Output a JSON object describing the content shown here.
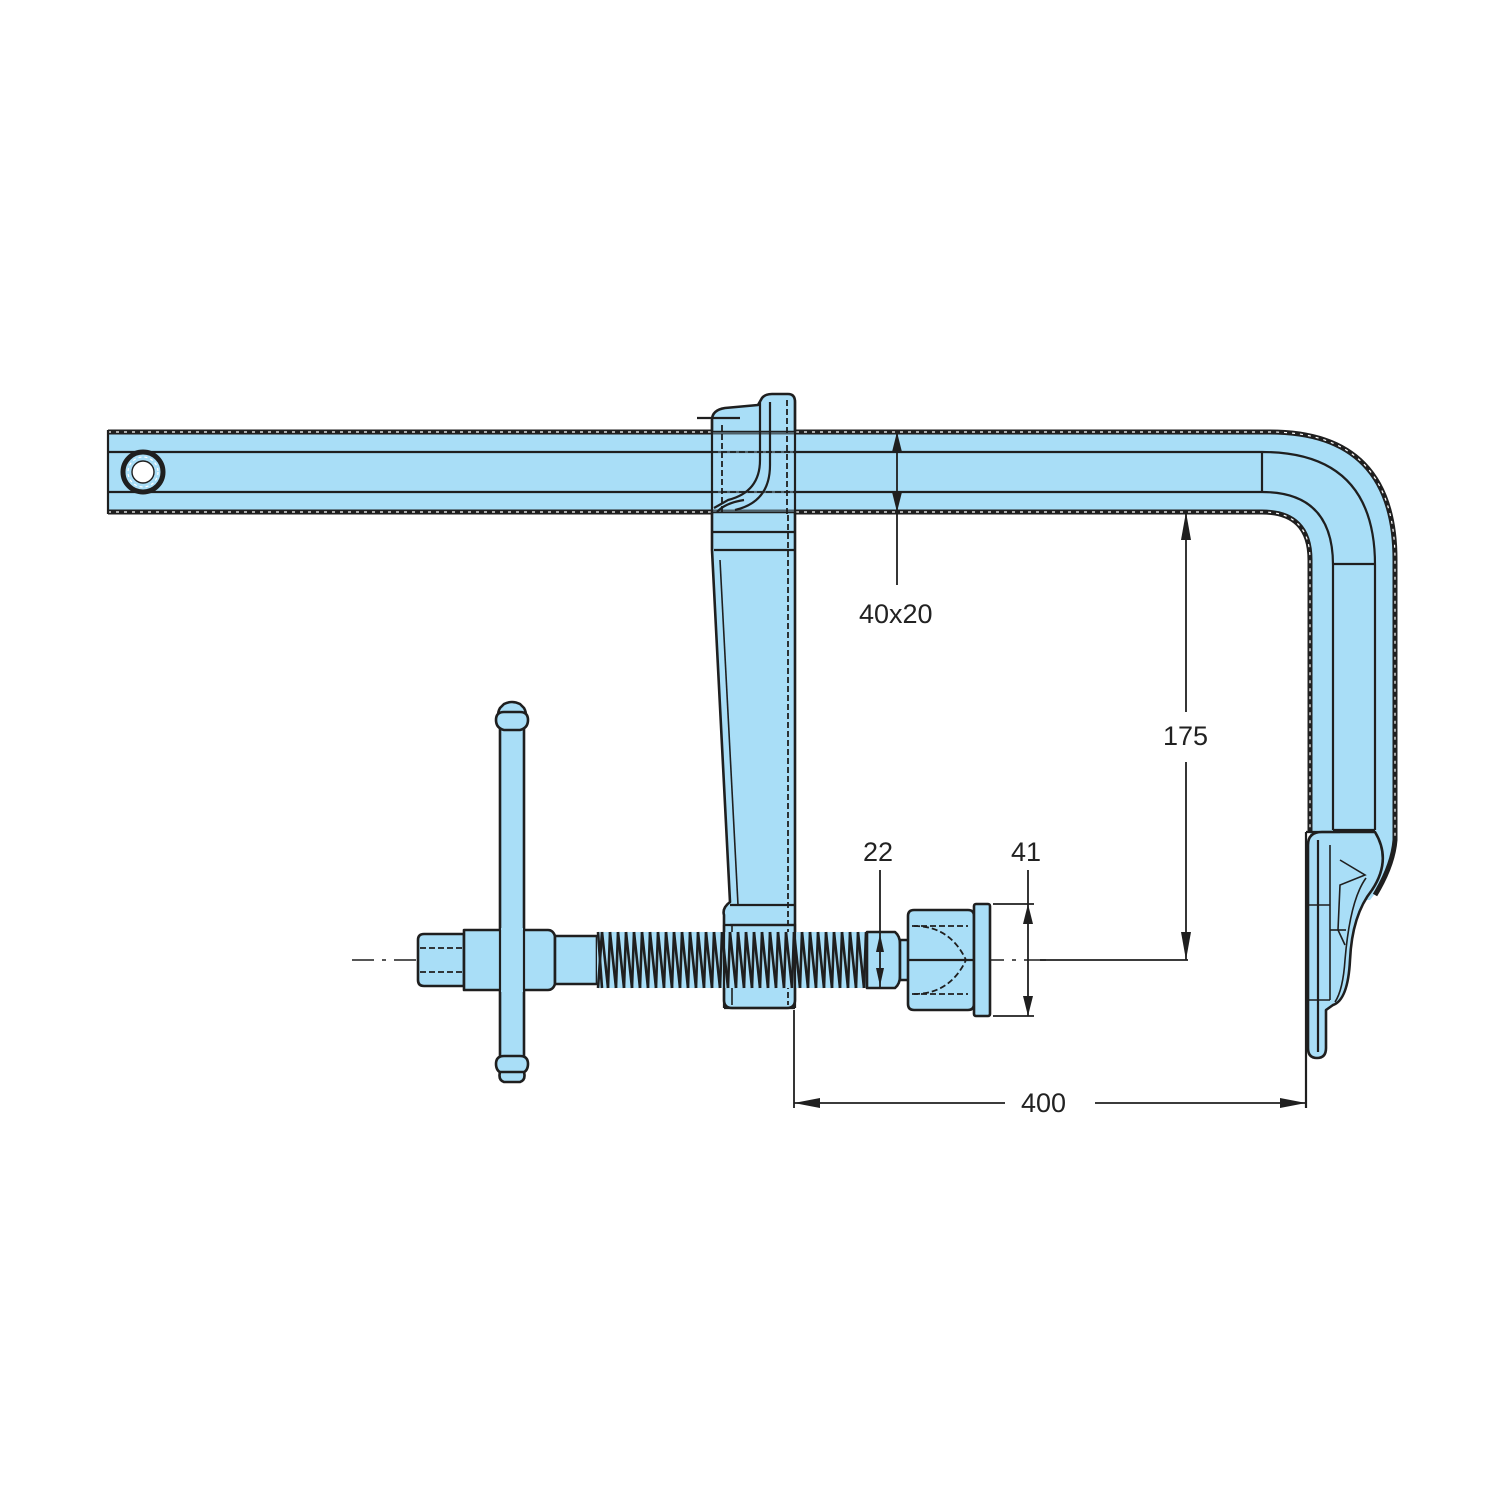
{
  "drawing": {
    "subject": "F-clamp (bar clamp) technical drawing",
    "colors": {
      "part_fill": "#a9def7",
      "outline": "#1f1f1f",
      "background": "#ffffff"
    },
    "dimensions": {
      "bar_section": "40x20",
      "throat_depth": "175",
      "clamping_range": "400",
      "spindle_diameter": "22",
      "pad_diameter": "41"
    }
  }
}
